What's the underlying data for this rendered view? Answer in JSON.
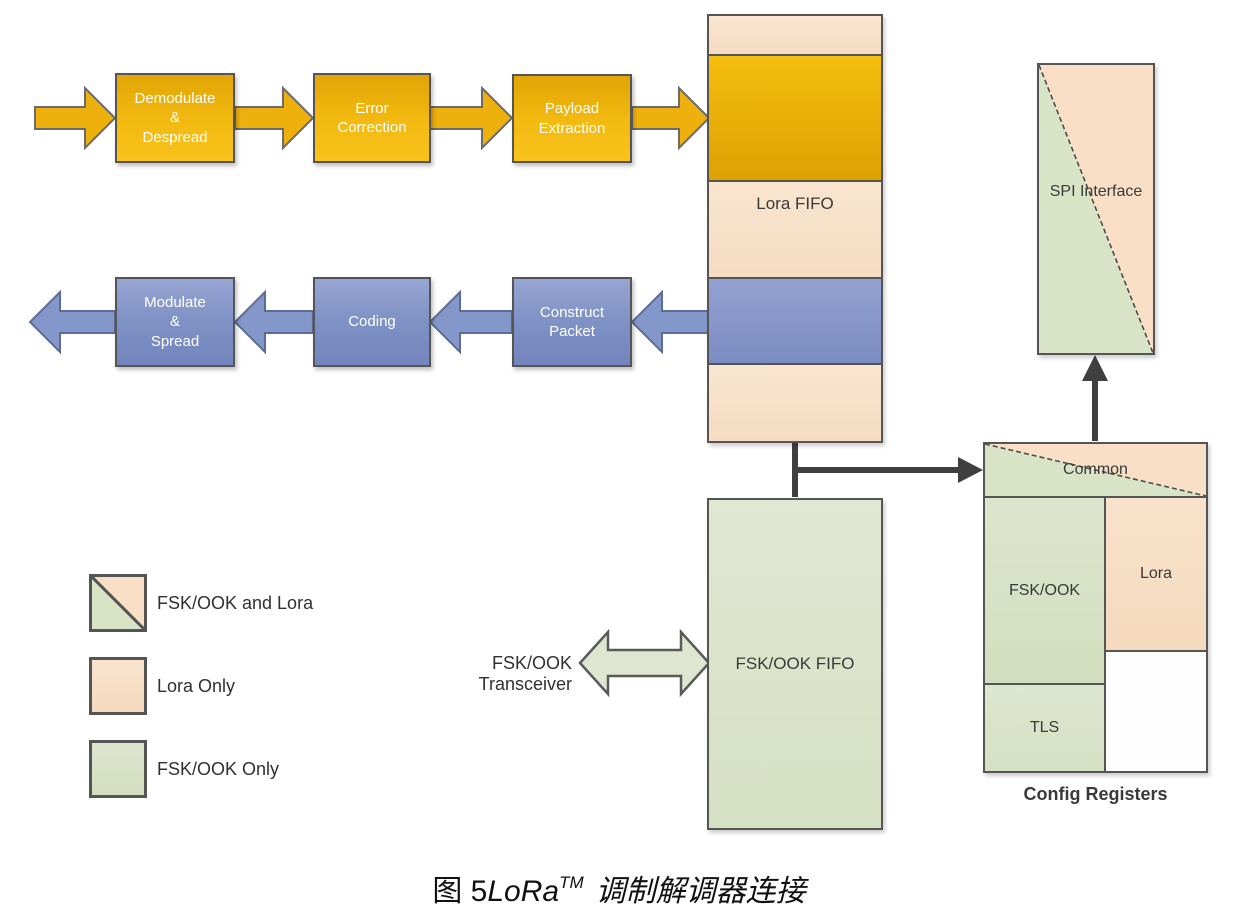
{
  "rx_chain": {
    "boxes": [
      {
        "label": "Demodulate\n&\nDespread"
      },
      {
        "label": "Error\nCorrection"
      },
      {
        "label": "Payload\nExtraction"
      }
    ]
  },
  "tx_chain": {
    "boxes": [
      {
        "label": "Modulate\n&\nSpread"
      },
      {
        "label": "Coding"
      },
      {
        "label": "Construct\nPacket"
      }
    ]
  },
  "lora_fifo": {
    "label": "Lora FIFO"
  },
  "fsk_fifo": {
    "label": "FSK/OOK FIFO"
  },
  "transceiver_label": "FSK/OOK Transceiver",
  "spi": {
    "label": "SPI Interface"
  },
  "config_registers": {
    "common": "Common",
    "fsk": "FSK/OOK",
    "lora": "Lora",
    "tls": "TLS",
    "caption": "Config Registers"
  },
  "legend": {
    "items": [
      {
        "label": "FSK/OOK and Lora",
        "swatch": "fsk-and-lora-split"
      },
      {
        "label": "Lora Only",
        "swatch": "lora-only"
      },
      {
        "label": "FSK/OOK Only",
        "swatch": "fsk-only"
      }
    ]
  },
  "caption": {
    "figure": "图 5",
    "product": "LoRa",
    "superscript": "TM",
    "text": "调制解调器连接"
  },
  "icons": {
    "rx_arrows": "arrow-right",
    "tx_arrows": "arrow-left",
    "spi_arrow": "arrow-up",
    "config_arrow": "arrow-right",
    "transceiver_arrow": "arrow-left-right"
  },
  "colors": {
    "gold": "#E8AC08",
    "blue": "#8093C6",
    "peach": "#F8E1CA",
    "green": "#D8E1C3",
    "connector": "#3F3F3F",
    "border": "#555555",
    "box_text": "#FFFFFF",
    "label_text": "#3A3A3A"
  }
}
